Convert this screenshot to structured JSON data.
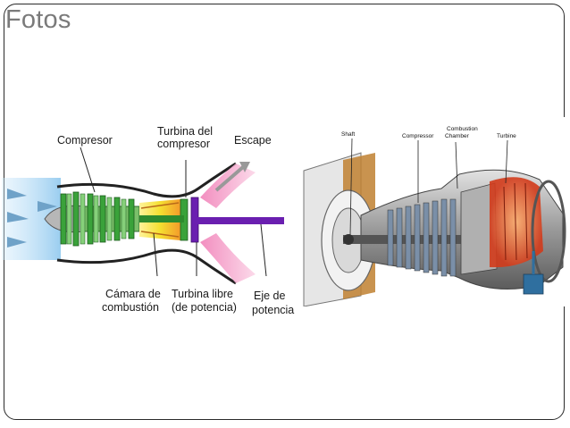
{
  "slide": {
    "title": "Fotos"
  },
  "left_diagram": {
    "labels": {
      "compressor": "Compresor",
      "compressor_turbine_line1": "Turbina del",
      "compressor_turbine_line2": "compresor",
      "exhaust": "Escape",
      "combustion_line1": "Cámara de",
      "combustion_line2": "combustión",
      "free_turbine_line1": "Turbina libre",
      "free_turbine_line2": "(de potencia)",
      "power_shaft_line1": "Eje de",
      "power_shaft_line2": "potencia"
    }
  },
  "right_diagram": {
    "labels": {
      "shaft": "Shaft",
      "compressor": "Compressor",
      "combustion_line1": "Combustion",
      "combustion_line2": "Chamber",
      "turbine": "Turbine"
    }
  },
  "colors": {
    "frame": "#2a2a2a",
    "title": "#7a7a7a",
    "inlet_air": "#8fc8ee",
    "compressor_blades": "#2e8b2e",
    "combustion": "#f5e030",
    "exhaust": "#f6a3c8",
    "power_shaft": "#6a1fb0"
  }
}
